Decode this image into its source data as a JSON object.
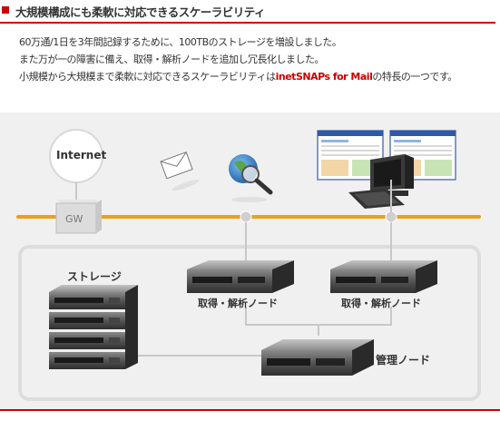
{
  "heading": "大規模構成にも柔軟に対応できるスケーラビリティ",
  "paragraph": {
    "line1": "60万通/1日を3年間記録するために、100TBのストレージを増設しました。",
    "line2": "また万が一の障害に備え、取得・解析ノードを追加し冗長化しました。",
    "line3_before": "小規模から大規模まで柔軟に対応できるスケーラビリティは",
    "line3_product": "inetSNAPs for Mail",
    "line3_after": "の特長の一つです。"
  },
  "diagram": {
    "internet_label": "Internet",
    "gateway_label": "GW",
    "storage_label": "ストレージ",
    "analysis_node_1_label": "取得・解析ノード",
    "analysis_node_2_label": "取得・解析ノード",
    "management_node_label": "管理ノード"
  },
  "colors": {
    "accent": "#cc0000",
    "network_line": "#e8a020",
    "diagram_bg": "#f0f0f0"
  },
  "icons": [
    "mail-icon",
    "globe-search-icon",
    "monitor-screen-icon",
    "workstation-icon",
    "server-icon"
  ]
}
